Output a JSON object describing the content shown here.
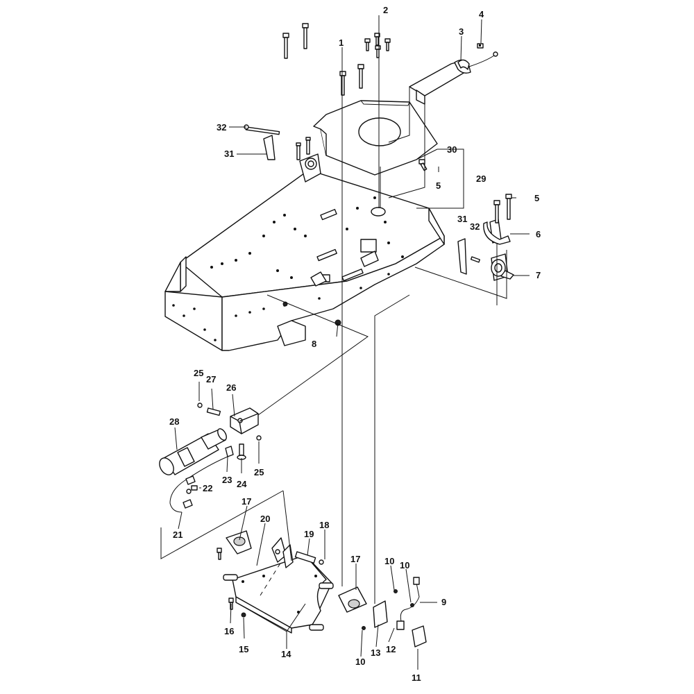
{
  "callouts": {
    "c1": "1",
    "c2": "2",
    "c3": "3",
    "c4": "4",
    "c5a": "5",
    "c5b": "5",
    "c6": "6",
    "c7": "7",
    "c8": "8",
    "c9": "9",
    "c10a": "10",
    "c10b": "10",
    "c10c": "10",
    "c11": "11",
    "c12": "12",
    "c13": "13",
    "c14": "14",
    "c15": "15",
    "c16": "16",
    "c17a": "17",
    "c17b": "17",
    "c18": "18",
    "c19": "19",
    "c20": "20",
    "c21": "21",
    "c22": "22",
    "c23": "23",
    "c24": "24",
    "c25a": "25",
    "c25b": "25",
    "c26": "26",
    "c27": "27",
    "c28": "28",
    "c29": "29",
    "c30": "30",
    "c31a": "31",
    "c31b": "31",
    "c32a": "32",
    "c32b": "32"
  }
}
